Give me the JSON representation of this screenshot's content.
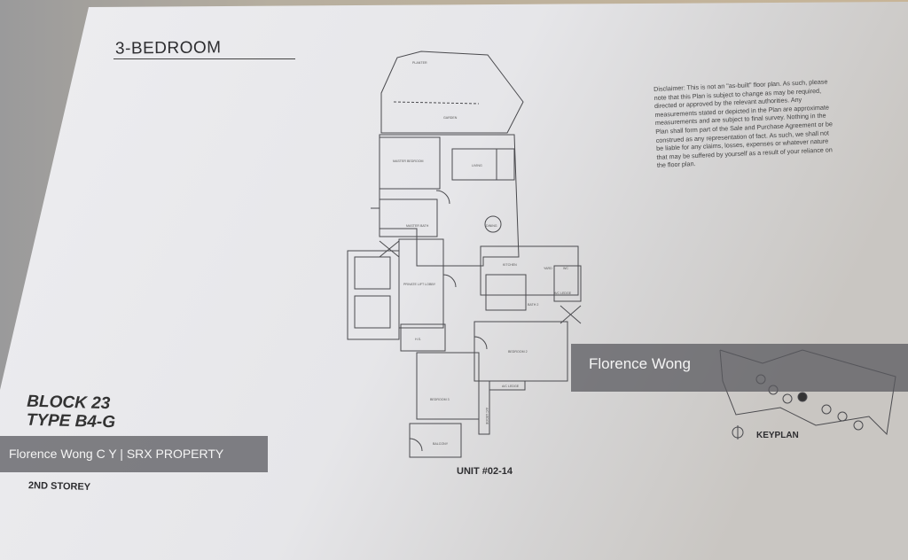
{
  "plan": {
    "title": "3-BEDROOM",
    "block": "BLOCK 23",
    "type": "TYPE B4-G",
    "storey": "2ND STOREY",
    "unit": "UNIT #02-14",
    "keyplan_label": "KEYPLAN",
    "disclaimer": "Disclaimer: This is not an \"as-built\" floor plan. As such, please note that this Plan is subject to change as may be required, directed or approved by the relevant authorities. Any measurements stated or depicted in the Plan are approximate measurements and are subject to final survey. Nothing in the Plan shall form part of the Sale and Purchase Agreement or be construed as any representation of fact. As such, we shall not be liable for any claims, losses, expenses or whatever nature that may be suffered by yourself as a result of your reliance on the floor plan.",
    "rooms": {
      "planter": "PLANTER",
      "garden": "GARDEN",
      "master_bedroom": "MASTER BEDROOM",
      "living": "LIVING",
      "master_bath": "MASTER BATH",
      "dining": "DINING",
      "kitchen": "KITCHEN",
      "yard": "YARD",
      "wc": "WC",
      "ac_ledge_1": "A/C LEDGE",
      "bath2": "BATH 2",
      "lift_lobby": "PRIVATE LIFT LOBBY",
      "hs": "H.S.",
      "bedroom2": "BEDROOM 2",
      "ac_ledge_2": "A/C LEDGE",
      "bedroom3": "BEDROOM 3",
      "ac_ledge_3": "A/C LEDGE",
      "balcony": "BALCONY"
    }
  },
  "watermarks": {
    "agent": "Florence Wong",
    "agency": "Florence Wong C Y | SRX PROPERTY"
  },
  "colors": {
    "paper": "#e9e9ec",
    "ink": "#3a3a3e",
    "table_bg": "#b9ad98",
    "wall_bg": "#9c9c9c"
  }
}
